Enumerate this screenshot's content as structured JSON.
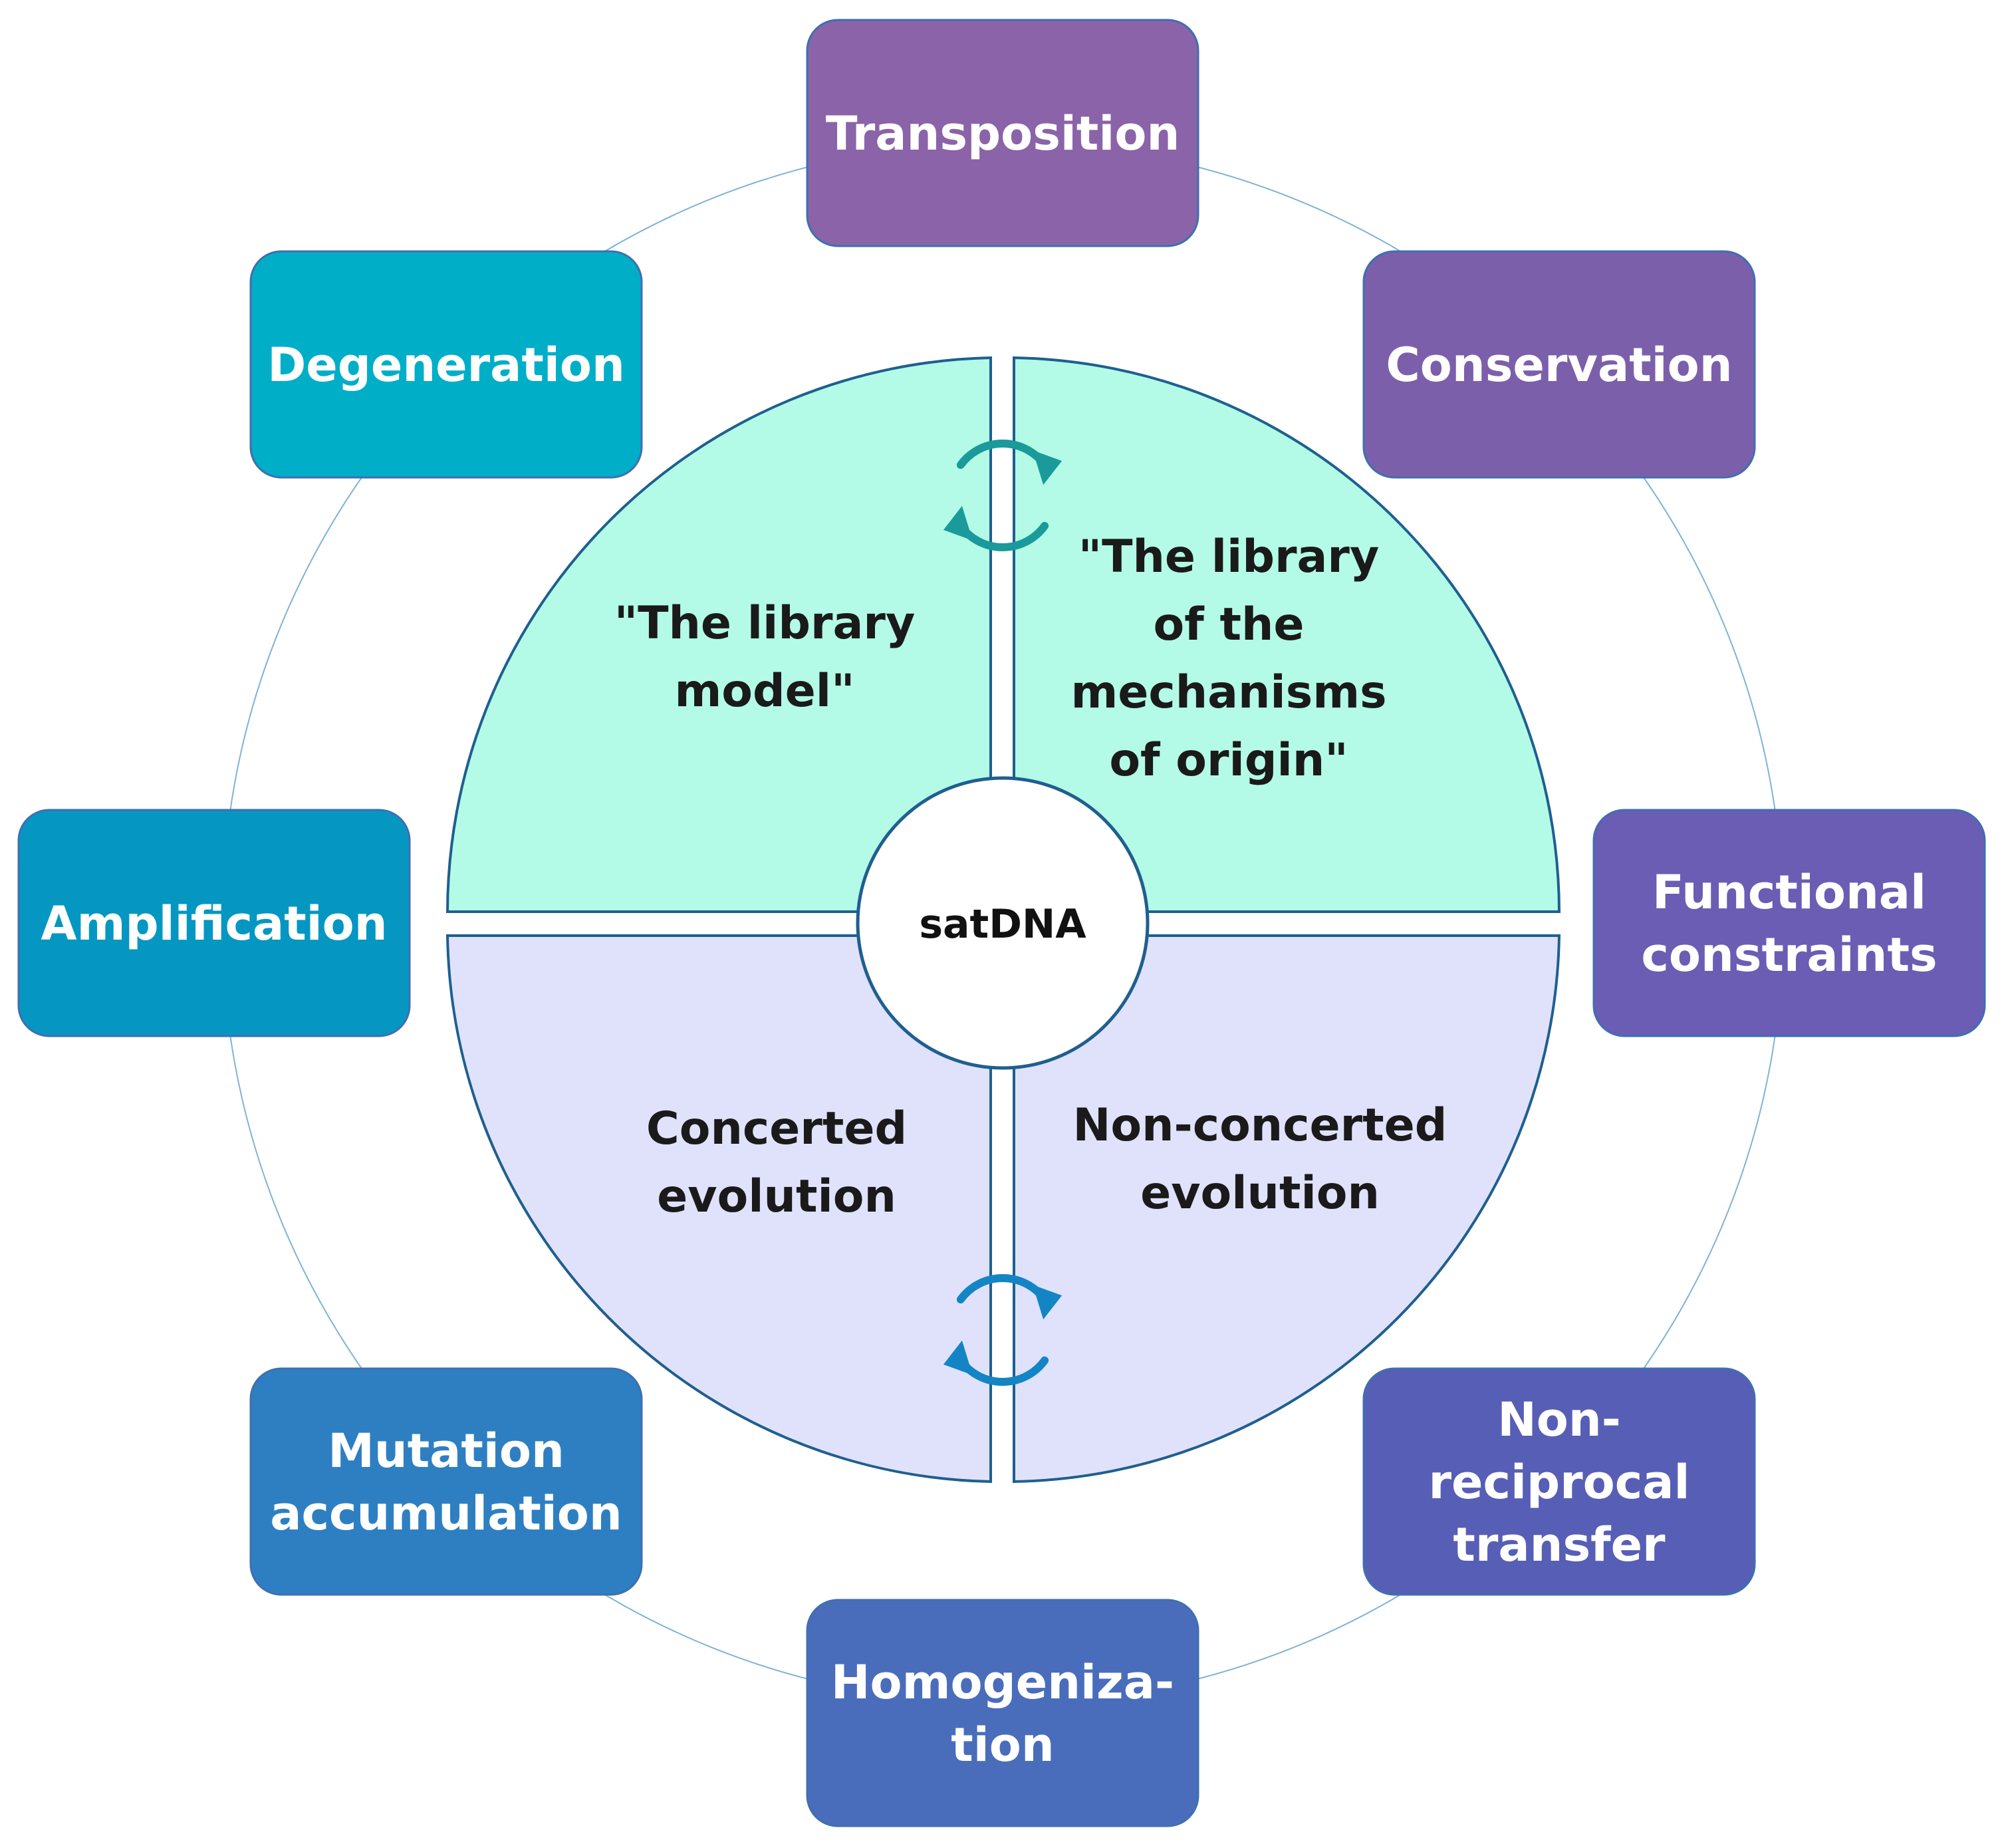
{
  "center": {
    "label": "satDNA"
  },
  "quadrants": {
    "top_left": {
      "lines": [
        "\"The library",
        "model\""
      ],
      "fill": "#b3fbe6"
    },
    "top_right": {
      "lines": [
        "\"The library",
        "of the",
        "mechanisms",
        "of origin\""
      ],
      "fill": "#b3fbe6"
    },
    "bottom_left": {
      "lines": [
        "Concerted",
        "evolution"
      ],
      "fill": "#e0e2fc"
    },
    "bottom_right": {
      "lines": [
        "Non-concerted",
        "evolution"
      ],
      "fill": "#e0e2fc"
    }
  },
  "outer_boxes": [
    {
      "id": "transposition",
      "lines": [
        "Transposition"
      ],
      "color": "#8a63a8"
    },
    {
      "id": "conservation",
      "lines": [
        "Conservation"
      ],
      "color": "#7c5fab"
    },
    {
      "id": "functional-constraints",
      "lines": [
        "Functional",
        "constraints"
      ],
      "color": "#6a5db3"
    },
    {
      "id": "non-reciprocal-transfer",
      "lines": [
        "Non-",
        "reciprocal",
        "transfer"
      ],
      "color": "#575eb5"
    },
    {
      "id": "homogenization",
      "lines": [
        "Homogeniza-",
        "tion"
      ],
      "color": "#4a6dbb"
    },
    {
      "id": "mutation-accumulation",
      "lines": [
        "Mutation",
        "accumulation"
      ],
      "color": "#2e7fc2"
    },
    {
      "id": "amplification",
      "lines": [
        "Amplification"
      ],
      "color": "#0597c2"
    },
    {
      "id": "degeneration",
      "lines": [
        "Degeneration"
      ],
      "color": "#00aec8"
    }
  ],
  "cycle_icons": [
    {
      "id": "top",
      "icon": "cycle-arrows-icon",
      "color": "#1a9a9a"
    },
    {
      "id": "bottom",
      "icon": "cycle-arrows-icon",
      "color": "#1485c4"
    }
  ],
  "colors": {
    "quadrant_stroke": "#1f5f8f",
    "ring_stroke": "#7fb3d6"
  }
}
